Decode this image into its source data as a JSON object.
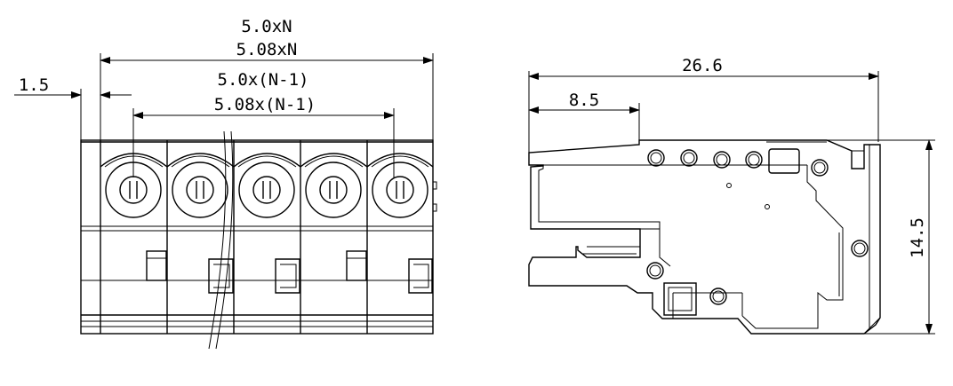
{
  "front_view": {
    "dimensions": {
      "pitch_total_a": "5.0xN",
      "pitch_total_b": "5.08xN",
      "pitch_inner_a": "5.0x(N-1)",
      "pitch_inner_b": "5.08x(N-1)",
      "edge_offset": "1.5"
    },
    "pole_count": 5
  },
  "side_view": {
    "dimensions": {
      "overall_length": "26.6",
      "offset_length": "8.5",
      "height": "14.5"
    }
  }
}
